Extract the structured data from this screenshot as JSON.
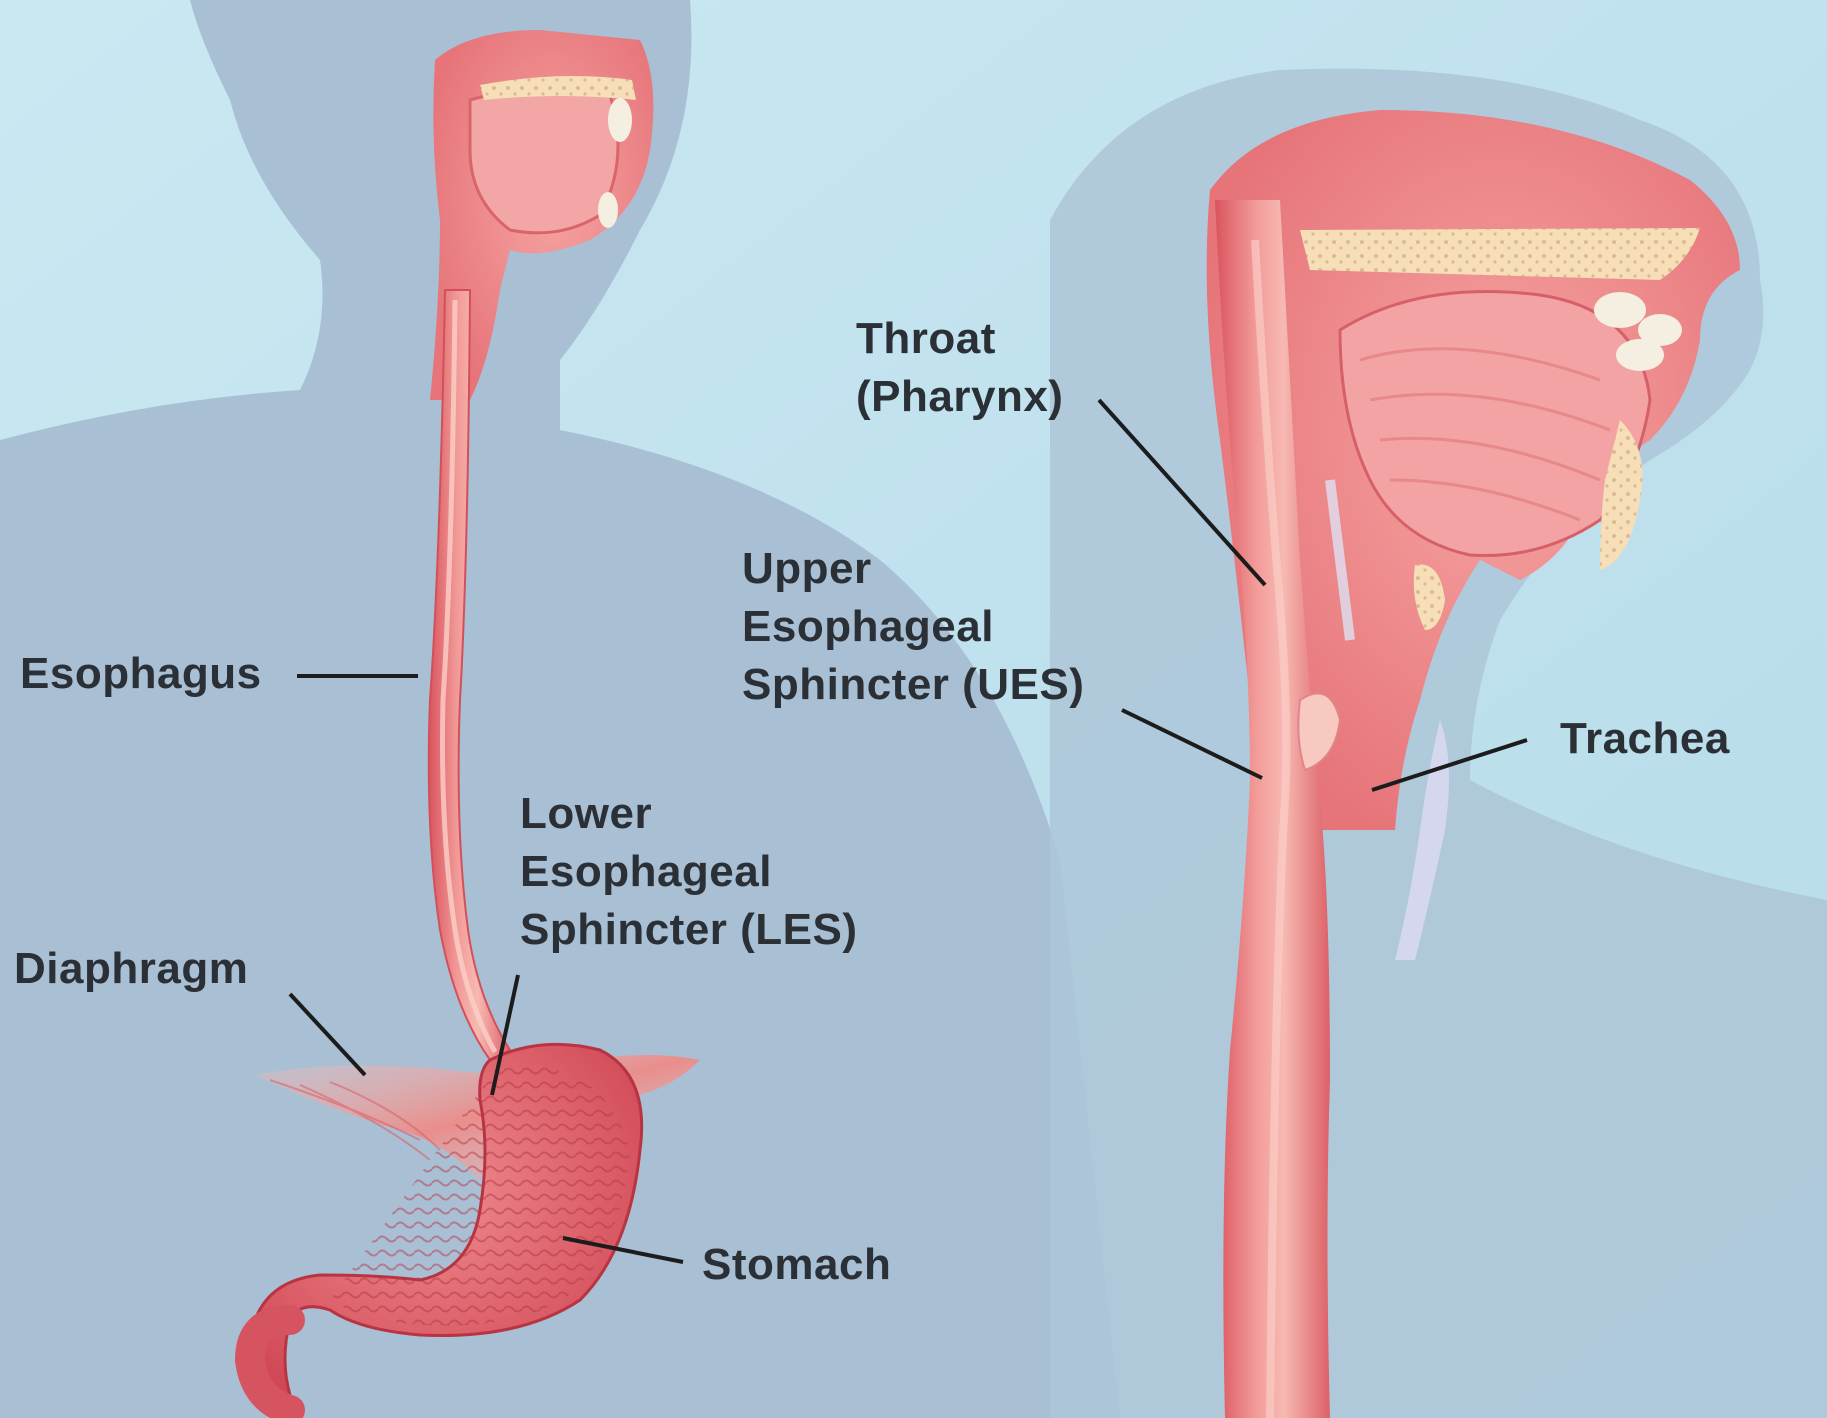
{
  "diagram": {
    "colors": {
      "background": "#bfe2ee",
      "silhouette": "#a9bfd4",
      "tissue": "#ef8d8f",
      "tissue_dark": "#d9545d",
      "tissue_light": "#f8b6b2",
      "bone": "#f6dfb6",
      "teeth": "#f4efe0",
      "leader_line": "#1c1c1c",
      "text": "#2b2f36"
    },
    "labels": {
      "throat": [
        "Throat",
        "(Pharynx)"
      ],
      "ues": [
        "Upper",
        "Esophageal",
        "Sphincter (UES)"
      ],
      "trachea": "Trachea",
      "esophagus": "Esophagus",
      "les": [
        "Lower",
        "Esophageal",
        "Sphincter (LES)"
      ],
      "diaphragm": "Diaphragm",
      "stomach": "Stomach"
    }
  }
}
